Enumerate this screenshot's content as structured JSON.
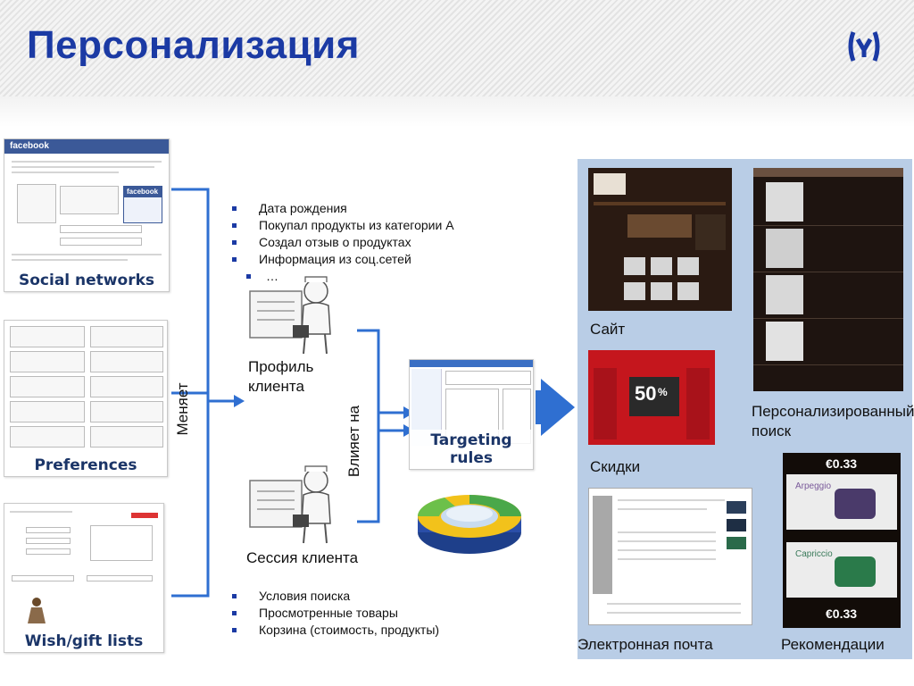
{
  "header": {
    "title": "Персонализация"
  },
  "sources": {
    "social": "Social networks",
    "preferences": "Preferences",
    "wishlists": "Wish/gift lists"
  },
  "facebook_mock": {
    "brand": "facebook",
    "box_brand": "facebook"
  },
  "profile": {
    "bullets": [
      "Дата рождения",
      "Покупал продукты из категории А",
      "Создал отзыв о продуктах",
      "Информация из соц.сетей",
      "…"
    ],
    "label": "Профиль клиента"
  },
  "session": {
    "bullets": [
      "Условия поиска",
      "Просмотренные товары",
      "Корзина (стоимость, продукты)"
    ],
    "label": "Сессия клиента"
  },
  "flow": {
    "changes": "Меняет",
    "affects": "Влияет на"
  },
  "targeting": {
    "caption": "Targeting rules"
  },
  "channels": {
    "site": "Сайт",
    "search": "Персонализированный поиск",
    "discounts": "Скидки",
    "email": "Электронная почта",
    "recommendations": "Рекомендации"
  },
  "promo": {
    "discount": "50",
    "price_top": "€0.33",
    "price_bottom": "€0.33",
    "capsule_top": "Arpeggio",
    "capsule_bottom": "Capriccio"
  },
  "colors": {
    "title": "#1b3aa4",
    "arrow": "#2f6fd1",
    "panel": "#b9cde6",
    "caption": "#1b3568"
  }
}
